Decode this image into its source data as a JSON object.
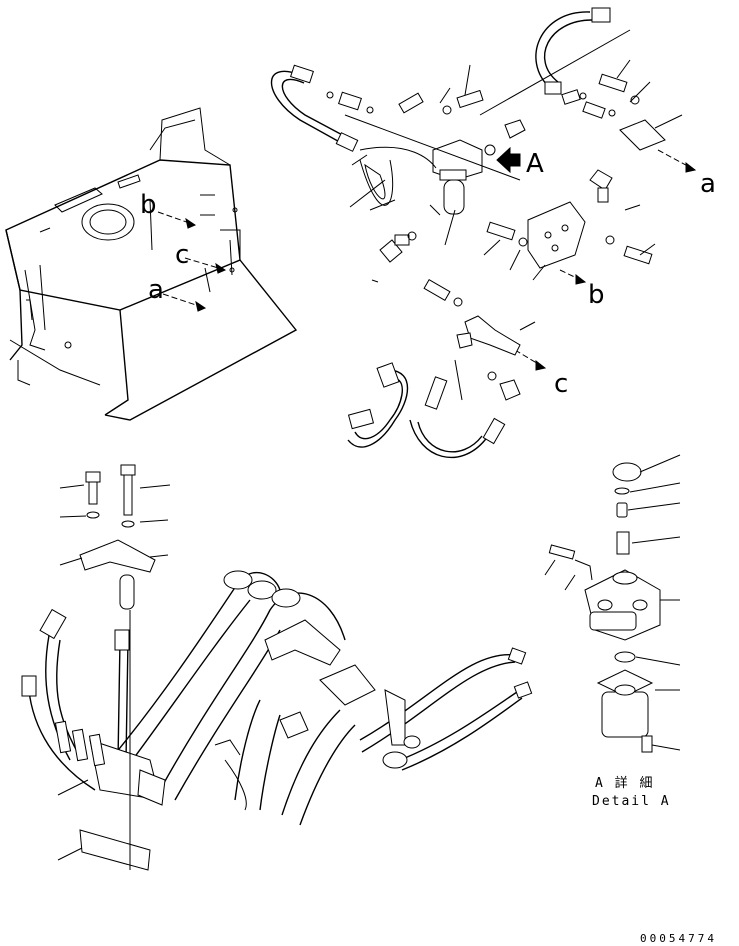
{
  "callouts": {
    "a_top": "a",
    "a_left": "a",
    "b_left": "b",
    "b_mid": "b",
    "c_left": "c",
    "c_mid": "c",
    "view_A": "A"
  },
  "detail": {
    "caption_jp": "A 詳 細",
    "caption_en": "Detail A"
  },
  "drawing_number": "00054774"
}
